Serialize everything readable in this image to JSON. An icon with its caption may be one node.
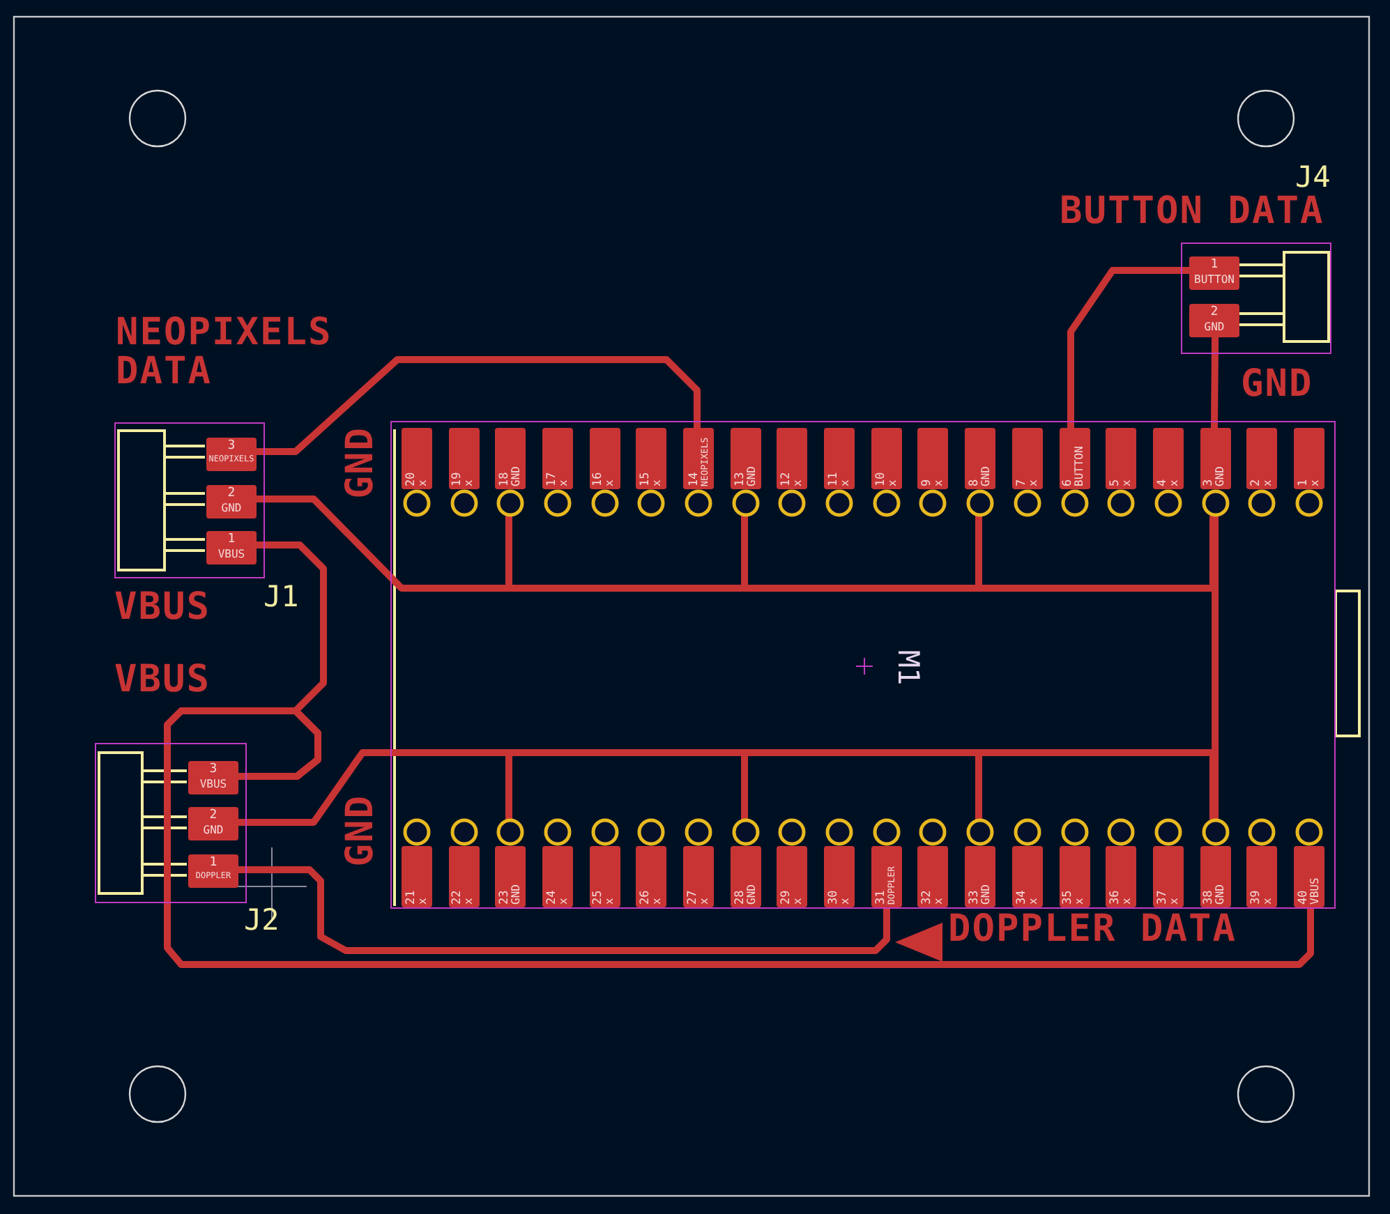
{
  "diagram": {
    "nodes": [
      {
        "text": [
          "J4"
        ]
      },
      {
        "text": [
          "1",
          "BUTTON"
        ],
        "in": 0
      },
      {
        "text": [
          "2",
          "GND"
        ],
        "in": 0
      },
      {
        "text": [
          "J1"
        ]
      },
      {
        "text": [
          "3",
          "NEOPIXELS"
        ],
        "in": 3
      },
      {
        "text": [
          "2",
          "GND"
        ],
        "in": 3
      },
      {
        "text": [
          "1",
          "VBUS"
        ],
        "in": 3
      },
      {
        "text": [
          "M1"
        ]
      },
      {
        "text": [
          "20",
          "x"
        ],
        "in": 7
      },
      {
        "text": [
          "19",
          "x"
        ],
        "in": 7
      },
      {
        "text": [
          "18",
          "GND"
        ],
        "in": 7
      },
      {
        "text": [
          "17",
          "x"
        ],
        "in": 7
      },
      {
        "text": [
          "16",
          "x"
        ],
        "in": 7
      },
      {
        "text": [
          "15",
          "x"
        ],
        "in": 7
      },
      {
        "text": [
          "14",
          "NEOPIXELS"
        ],
        "in": 7
      },
      {
        "text": [
          "13",
          "GND"
        ],
        "in": 7
      },
      {
        "text": [
          "12",
          "x"
        ],
        "in": 7
      },
      {
        "text": [
          "11",
          "x"
        ],
        "in": 7
      },
      {
        "text": [
          "10",
          "x"
        ],
        "in": 7
      },
      {
        "text": [
          "9",
          "x"
        ],
        "in": 7
      },
      {
        "text": [
          "8",
          "GND"
        ],
        "in": 7
      },
      {
        "text": [
          "7",
          "x"
        ],
        "in": 7
      },
      {
        "text": [
          "6",
          "BUTTON"
        ],
        "in": 7
      },
      {
        "text": [
          "5",
          "x"
        ],
        "in": 7
      },
      {
        "text": [
          "4",
          "x"
        ],
        "in": 7
      },
      {
        "text": [
          "3",
          "GND"
        ],
        "in": 7
      },
      {
        "text": [
          "2",
          "x"
        ],
        "in": 7
      },
      {
        "text": [
          "1",
          "x"
        ],
        "in": 7
      },
      {
        "text": [
          "21",
          "x"
        ],
        "in": 7
      },
      {
        "text": [
          "22",
          "x"
        ],
        "in": 7
      },
      {
        "text": [
          "23",
          "GND"
        ],
        "in": 7
      },
      {
        "text": [
          "24",
          "x"
        ],
        "in": 7
      },
      {
        "text": [
          "25",
          "x"
        ],
        "in": 7
      },
      {
        "text": [
          "26",
          "x"
        ],
        "in": 7
      },
      {
        "text": [
          "27",
          "x"
        ],
        "in": 7
      },
      {
        "text": [
          "28",
          "GND"
        ],
        "in": 7
      },
      {
        "text": [
          "29",
          "x"
        ],
        "in": 7
      },
      {
        "text": [
          "30",
          "x"
        ],
        "in": 7
      },
      {
        "text": [
          "31",
          "DOPPLER"
        ],
        "in": 7
      },
      {
        "text": [
          "32",
          "x"
        ],
        "in": 7
      },
      {
        "text": [
          "33",
          "GND"
        ],
        "in": 7
      },
      {
        "text": [
          "34",
          "x"
        ],
        "in": 7
      },
      {
        "text": [
          "35",
          "x"
        ],
        "in": 7
      },
      {
        "text": [
          "36",
          "x"
        ],
        "in": 7
      },
      {
        "text": [
          "37",
          "x"
        ],
        "in": 7
      },
      {
        "text": [
          "38",
          "GND"
        ],
        "in": 7
      },
      {
        "text": [
          "39",
          "x"
        ],
        "in": 7
      },
      {
        "text": [
          "40",
          "VBUS"
        ],
        "in": 7
      },
      {
        "text": [
          "J2"
        ]
      },
      {
        "text": [
          "3",
          "VBUS"
        ],
        "in": 48
      },
      {
        "text": [
          "2",
          "GND"
        ],
        "in": 48
      },
      {
        "text": [
          "1",
          "DOPPLER"
        ],
        "in": 48
      }
    ],
    "edges": [
      {
        "from": 4,
        "to": 14,
        "arrow": "none"
      },
      {
        "from": 1,
        "to": 22,
        "arrow": "none"
      },
      {
        "from": 5,
        "to": 10,
        "arrow": "none"
      },
      {
        "from": 10,
        "to": 15,
        "arrow": "none"
      },
      {
        "from": 15,
        "to": 20,
        "arrow": "none"
      },
      {
        "from": 20,
        "to": 25,
        "arrow": "none"
      },
      {
        "from": 25,
        "to": 2,
        "arrow": "none"
      },
      {
        "from": 25,
        "to": 45,
        "arrow": "none"
      },
      {
        "from": 50,
        "to": 30,
        "arrow": "none"
      },
      {
        "from": 30,
        "to": 35,
        "arrow": "none"
      },
      {
        "from": 35,
        "to": 40,
        "arrow": "none"
      },
      {
        "from": 40,
        "to": 45,
        "arrow": "none"
      },
      {
        "from": 6,
        "to": 49,
        "arrow": "none"
      },
      {
        "from": 49,
        "to": 47,
        "arrow": "none"
      },
      {
        "from": 51,
        "to": 38,
        "arrow": "none"
      }
    ],
    "labels": [
      "BUTTON DATA",
      "NEOPIXELS DATA",
      "GND",
      "GND",
      "VBUS",
      "VBUS",
      "GND",
      "DOPPLER DATA"
    ]
  }
}
